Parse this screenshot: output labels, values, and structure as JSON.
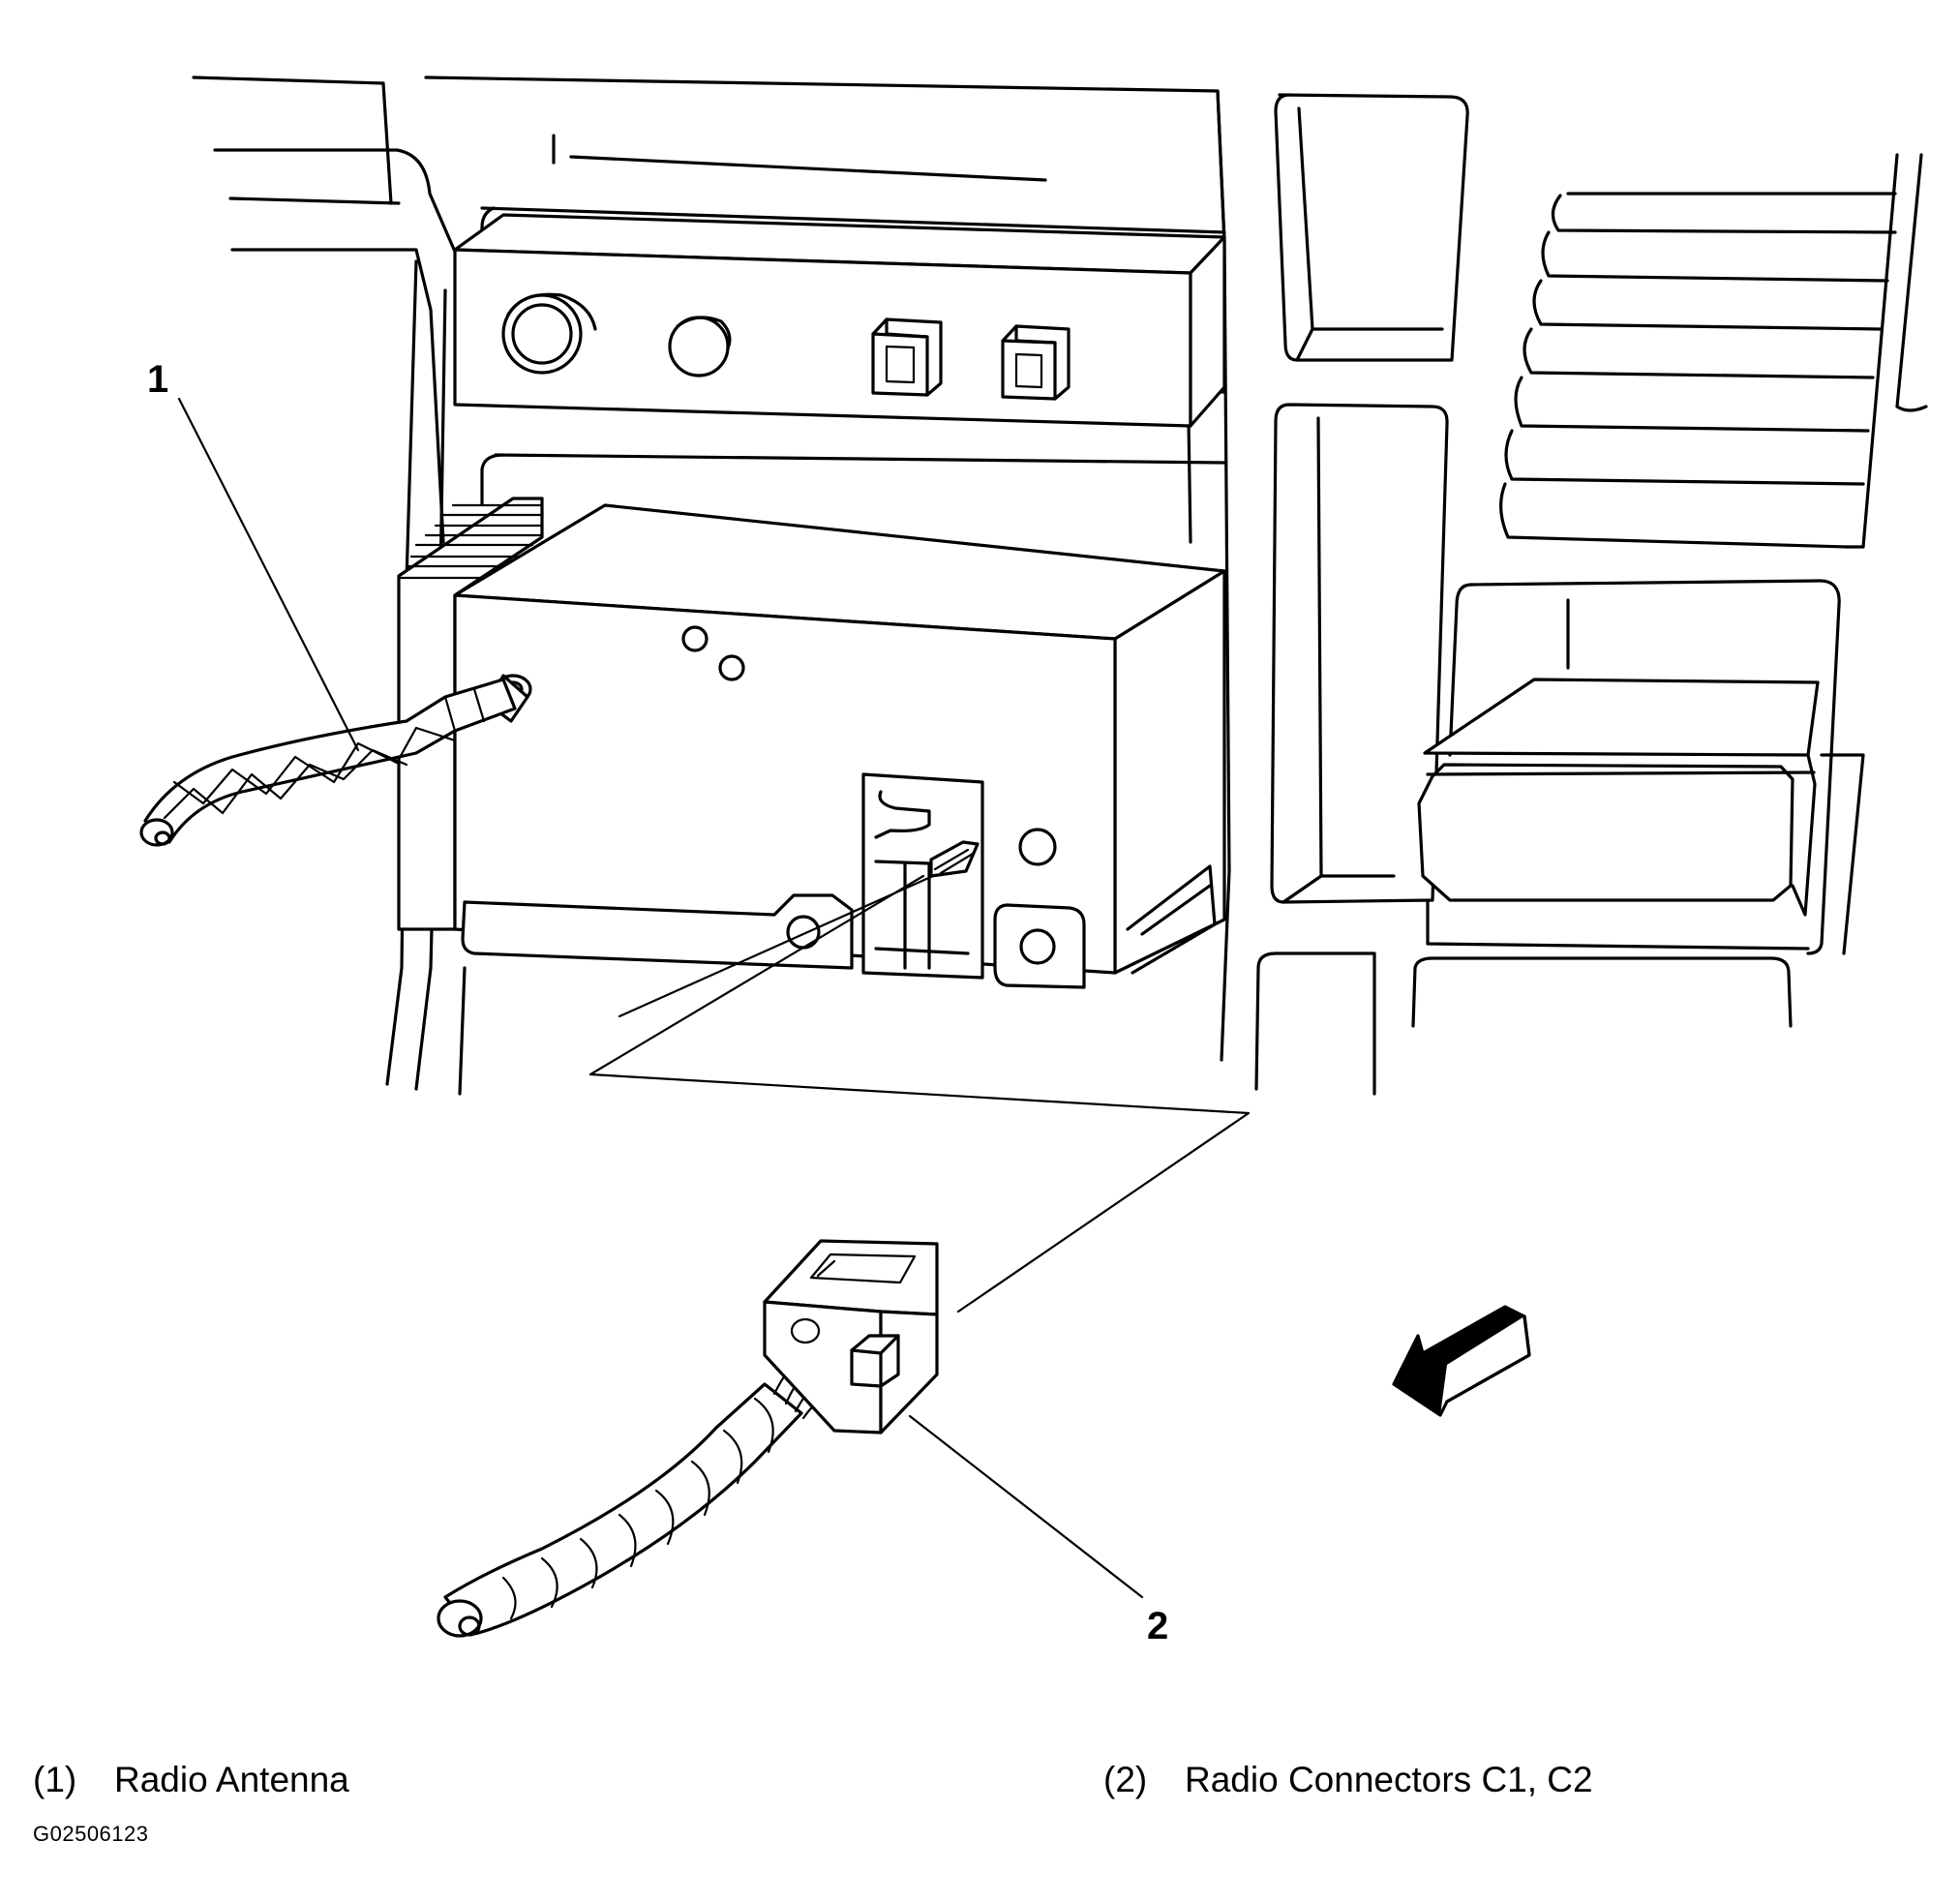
{
  "callouts": [
    {
      "number": "1"
    },
    {
      "number": "2"
    }
  ],
  "legend": [
    {
      "number": "(1)",
      "label": "Radio Antenna"
    },
    {
      "number": "(2)",
      "label": "Radio Connectors C1, C2"
    }
  ],
  "figure_id": "G02506123",
  "icons": [
    "direction-arrow-icon"
  ]
}
